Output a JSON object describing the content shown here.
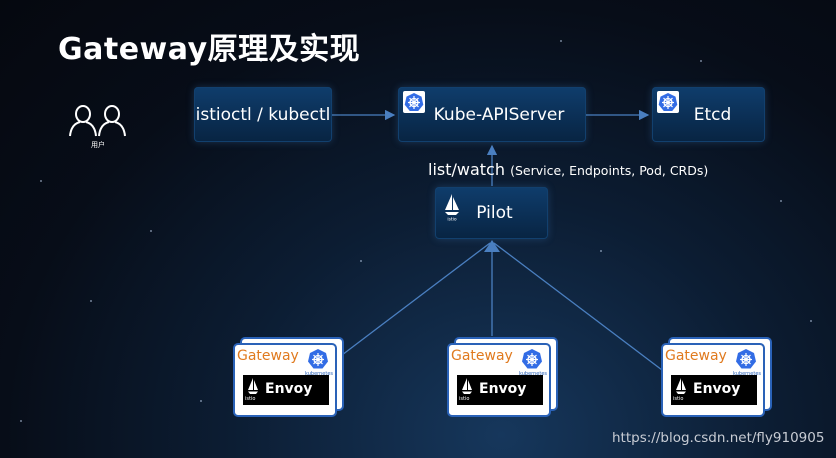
{
  "title": "Gateway原理及实现",
  "users": {
    "icon": "users-icon",
    "label": "用户"
  },
  "nodes": {
    "cli": {
      "label": "istioctl / kubectl"
    },
    "apiserver": {
      "label": "Kube-APIServer",
      "icon": "kubernetes-icon"
    },
    "etcd": {
      "label": "Etcd",
      "icon": "kubernetes-icon"
    },
    "pilot": {
      "label": "Pilot",
      "icon": "istio-icon",
      "icon_text": "istio"
    }
  },
  "watch": {
    "label": "list/watch",
    "detail": "(Service, Endpoints, Pod, CRDs)"
  },
  "gateways": [
    {
      "label": "Gateway",
      "proxy": "Envoy",
      "k8s_text": "kubernetes",
      "istio_text": "istio"
    },
    {
      "label": "Gateway",
      "proxy": "Envoy",
      "k8s_text": "kubernetes",
      "istio_text": "istio"
    },
    {
      "label": "Gateway",
      "proxy": "Envoy",
      "k8s_text": "kubernetes",
      "istio_text": "istio"
    }
  ],
  "watermark": "https://blog.csdn.net/fly910905",
  "colors": {
    "node_bg": "#0b2f55",
    "line": "#4a7fc0",
    "gateway_text": "#e07a1f",
    "gateway_border": "#2a62b8"
  }
}
